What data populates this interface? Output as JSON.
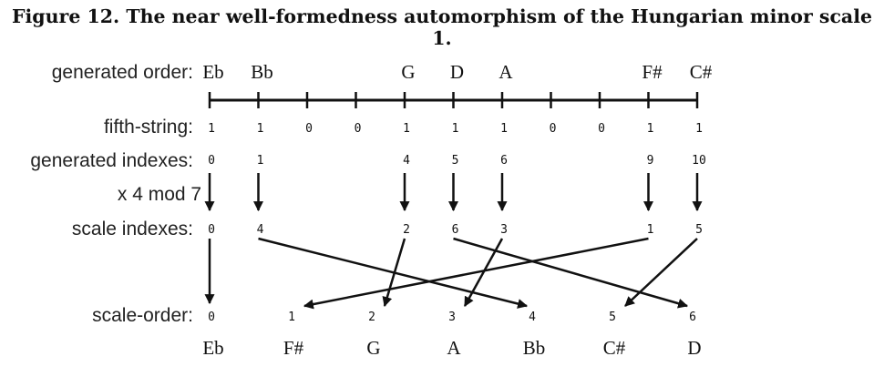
{
  "title": "Figure 12. The near well-formedness automorphism of the Hungarian minor scale 1.",
  "labels": {
    "generated_order": "generated order:",
    "fifth_string": "fifth-string:",
    "generated_indexes": "generated indexes:",
    "x4mod7": "x 4 mod 7",
    "scale_indexes": "scale indexes:",
    "scale_order": "scale-order:"
  },
  "generated_order_notes": [
    "Eb",
    "Bb",
    "",
    "",
    "G",
    "D",
    "A",
    "",
    "",
    "F#",
    "C#"
  ],
  "fifth_string": [
    "1",
    "1",
    "0",
    "0",
    "1",
    "1",
    "1",
    "0",
    "0",
    "1",
    "1"
  ],
  "generated_indexes": [
    "0",
    "1",
    "",
    "",
    "4",
    "5",
    "6",
    "",
    "",
    "9",
    "10"
  ],
  "scale_indexes": [
    "0",
    "4",
    "",
    "",
    "2",
    "6",
    "3",
    "",
    "",
    "1",
    "5"
  ],
  "scale_order": [
    "0",
    "1",
    "2",
    "3",
    "4",
    "5",
    "6"
  ],
  "scale_order_notes": [
    "Eb",
    "F#",
    "G",
    "A",
    "Bb",
    "C#",
    "D"
  ],
  "mapping_arrows": [
    {
      "from_slot": 0,
      "to_order": 0
    },
    {
      "from_slot": 1,
      "to_order": 4
    },
    {
      "from_slot": 4,
      "to_order": 2
    },
    {
      "from_slot": 5,
      "to_order": 6
    },
    {
      "from_slot": 6,
      "to_order": 3
    },
    {
      "from_slot": 9,
      "to_order": 1
    },
    {
      "from_slot": 10,
      "to_order": 5
    }
  ]
}
